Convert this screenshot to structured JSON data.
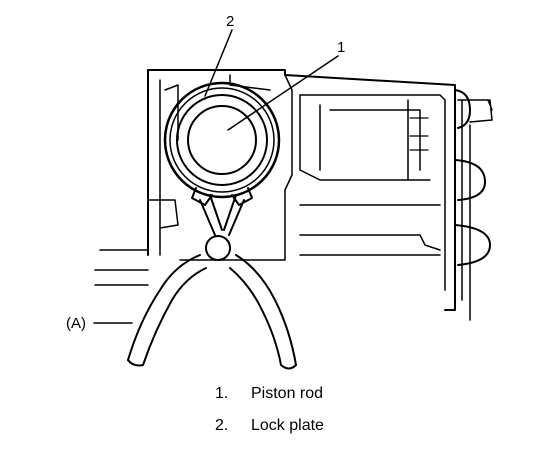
{
  "diagram": {
    "callouts": {
      "piston_rod": "1",
      "lock_plate": "2",
      "tool": "(A)"
    },
    "legend": [
      {
        "number": "1.",
        "label": "Piston rod"
      },
      {
        "number": "2.",
        "label": "Lock plate"
      }
    ],
    "colors": {
      "line": "#000000",
      "background": "#ffffff"
    }
  }
}
